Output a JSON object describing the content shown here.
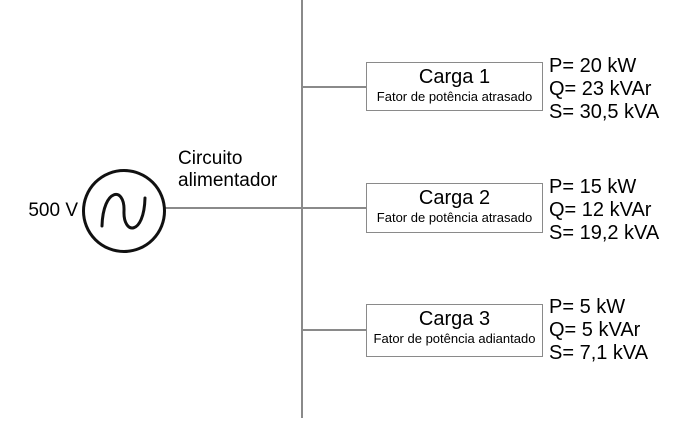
{
  "diagram": {
    "source_voltage": "500 V",
    "feeder_line1": "Circuito",
    "feeder_line2": "alimentador",
    "source_icon": "ac-sine-wave"
  },
  "loads": [
    {
      "title": "Carga 1",
      "subtitle": "Fator de potência atrasado",
      "active_power": "P= 20 kW",
      "reactive_power": "Q= 23 kVAr",
      "apparent_power": "S= 30,5 kVA"
    },
    {
      "title": "Carga 2",
      "subtitle": "Fator de potência atrasado",
      "active_power": "P= 15 kW",
      "reactive_power": "Q= 12 kVAr",
      "apparent_power": "S= 19,2 kVA"
    },
    {
      "title": "Carga 3",
      "subtitle": "Fator de potência adiantado",
      "active_power": "P= 5 kW",
      "reactive_power": "Q= 5 kVAr",
      "apparent_power": "S= 7,1 kVA"
    }
  ],
  "colors": {
    "background": "#ffffff",
    "wire": "#8a8a8a",
    "symbol_stroke": "#111111",
    "text": "#000000"
  }
}
